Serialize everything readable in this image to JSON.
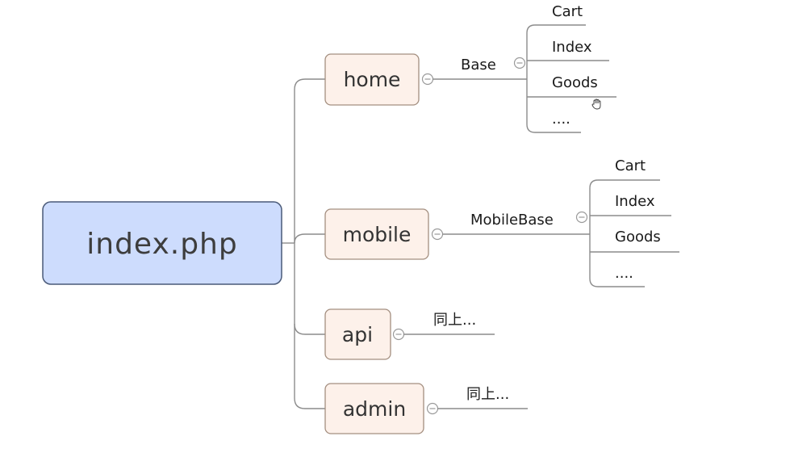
{
  "root": {
    "label": "index.php"
  },
  "modules": [
    {
      "label": "home",
      "base_label": "Base",
      "controllers": [
        "Cart",
        "Index",
        "Goods",
        "...."
      ]
    },
    {
      "label": "mobile",
      "base_label": "MobileBase",
      "controllers": [
        "Cart",
        "Index",
        "Goods",
        "...."
      ]
    },
    {
      "label": "api",
      "base_label": "同上..."
    },
    {
      "label": "admin",
      "base_label": "同上..."
    }
  ],
  "icons": {
    "collapse": "collapse-minus-icon",
    "cursor": "hand-cursor-icon"
  },
  "colors": {
    "root_fill": "#cddcfd",
    "root_stroke": "#4a5a78",
    "node_fill": "#fdf1ea",
    "node_stroke": "#a48f80",
    "connector": "#8c8c8c"
  }
}
